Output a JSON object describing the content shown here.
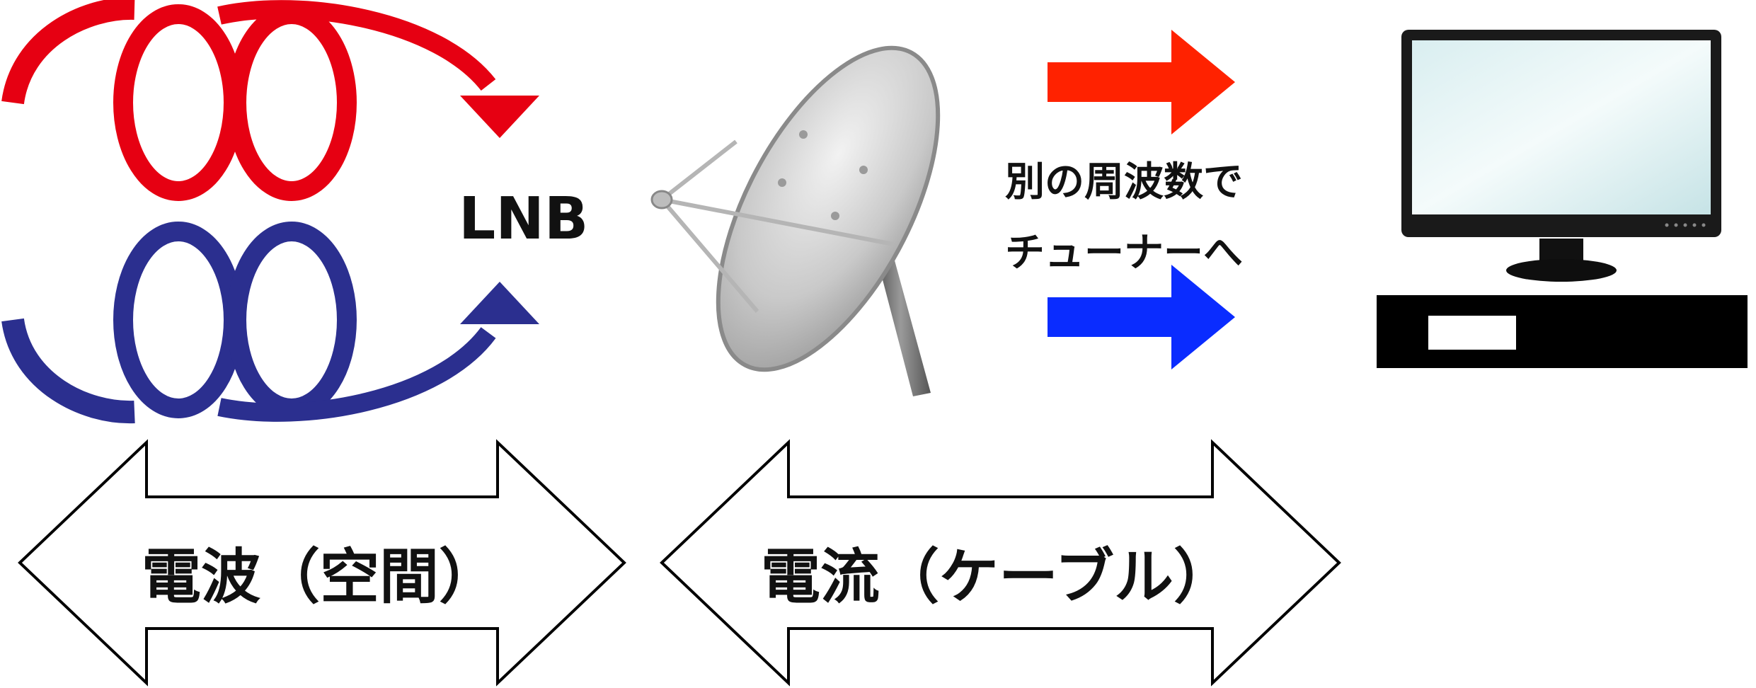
{
  "labels": {
    "lnb": "LNB",
    "frequency_line1": "別の周波数で",
    "frequency_line2": "チューナーへ",
    "radio_wave_space": "電波（空間）",
    "current_cable": "電流（ケーブル）"
  },
  "icons": {
    "red_wave": "red-polarized-wave-icon",
    "blue_wave": "blue-polarized-wave-icon",
    "dish": "satellite-dish-icon",
    "red_arrow": "red-signal-arrow-icon",
    "blue_arrow": "blue-signal-arrow-icon",
    "monitor": "tv-monitor-icon",
    "tuner": "tuner-box-icon"
  },
  "colors": {
    "red_wave": "#e60012",
    "blue_wave": "#2b2f8f",
    "red_arrow": "#ff2200",
    "blue_arrow": "#0a2cff",
    "outline": "#000000"
  }
}
